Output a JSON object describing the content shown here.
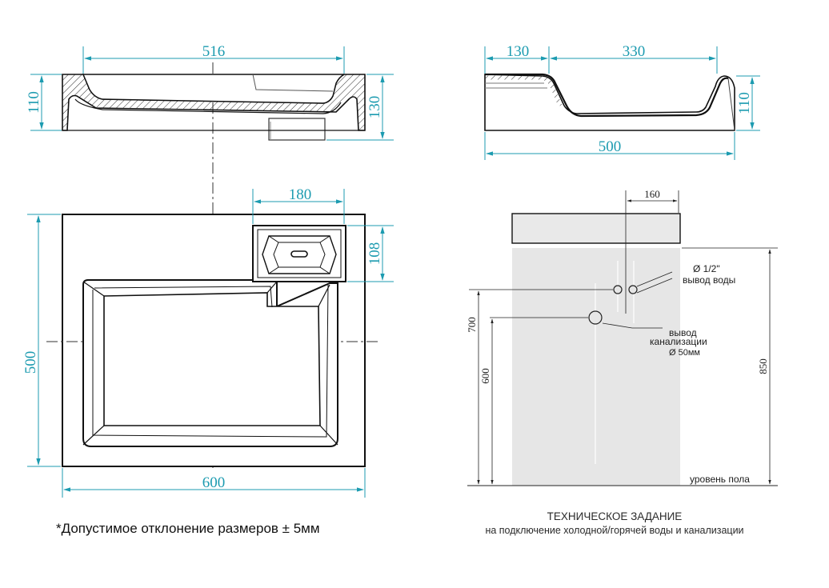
{
  "colors": {
    "dimension": "#1c9bb0",
    "outline": "#111111",
    "wall": "#e6e6e6"
  },
  "front_view": {
    "width": "516",
    "height_left": "110",
    "height_right": "130"
  },
  "side_view": {
    "top_left": "130",
    "top_right": "330",
    "height": "110",
    "total_width": "500"
  },
  "plan_view": {
    "shelf_width": "180",
    "shelf_depth": "108",
    "depth": "500",
    "width": "600"
  },
  "installation": {
    "offset": "160",
    "water_pipe_size": "Ø 1/2\"",
    "water_outlet": "вывод воды",
    "drain_line1": "вывод",
    "drain_line2": "канализации",
    "drain_size": "Ø 50мм",
    "height_water": "700",
    "height_drain": "600",
    "height_top": "850",
    "floor_level": "уровень пола"
  },
  "spec_title": "ТЕХНИЧЕСКОЕ ЗАДАНИЕ",
  "spec_subtitle": "на подключение холодной/горячей воды и канализации",
  "tolerance_note": "*Допустимое отклонение размеров ± 5мм"
}
